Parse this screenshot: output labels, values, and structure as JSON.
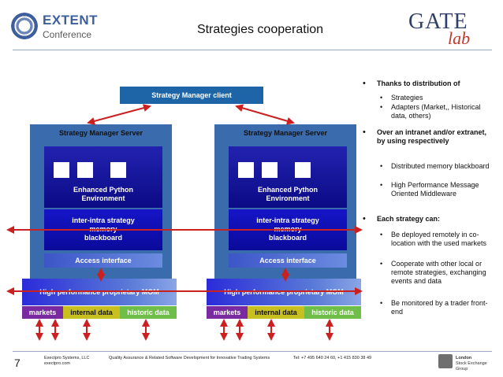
{
  "header": {
    "logo_left_line1": "EXTENT",
    "logo_left_line2": "Conference",
    "title": "Strategies cooperation",
    "logo_right_line1": "GATE",
    "logo_right_line2": "lab"
  },
  "diagram": {
    "client": "Strategy Manager client",
    "servers": [
      {
        "title": "Strategy Manager Server",
        "env_line1": "Enhanced Python",
        "env_line2": "Environment",
        "bb_line1": "inter-intra strategy",
        "bb_line2": "memory",
        "bb_line3": "blackboard",
        "access": "Access interface",
        "mom": "High performance proprietary MOM",
        "seg_markets": "markets",
        "seg_internal": "internal data",
        "seg_historic": "historic data"
      },
      {
        "title": "Strategy Manager Server",
        "env_line1": "Enhanced Python",
        "env_line2": "Environment",
        "bb_line1": "inter-intra strategy",
        "bb_line2": "memory",
        "bb_line3": "blackboard",
        "access": "Access interface",
        "mom": "High performance proprietary MOM",
        "seg_markets": "markets",
        "seg_internal": "internal data",
        "seg_historic": "historic data"
      }
    ],
    "colors": {
      "arrow": "#cc1f1f",
      "server": "#3a6bad",
      "client": "#1d65a6"
    }
  },
  "bullets": [
    {
      "text": "Thanks to distribution of",
      "sub": [
        "Strategies",
        "Adapters (Market,, Historical data, others)"
      ]
    },
    {
      "text": "Over an intranet and/or extranet, by using respectively",
      "sub": [
        "Distributed memory blackboard",
        "High Performance Message Oriented Middleware"
      ]
    },
    {
      "text": "Each strategy can:",
      "sub": [
        "Be deployed remotely in co-location with the used markets",
        "Cooperate with other local or remote strategies, exchanging events and data",
        "Be monitored by a trader front-end"
      ]
    }
  ],
  "footer": {
    "page": "7",
    "company_line1": "Exectpro Systems, LLC",
    "company_line2": "exectpro.com",
    "tagline": "Quality Assurance & Related Software Development for Innovative Trading Systems",
    "phone": "Tel: +7 495 640 24 60, +1 415 830 38 49",
    "lse_line1": "London",
    "lse_line2": "Stock Exchange Group"
  }
}
